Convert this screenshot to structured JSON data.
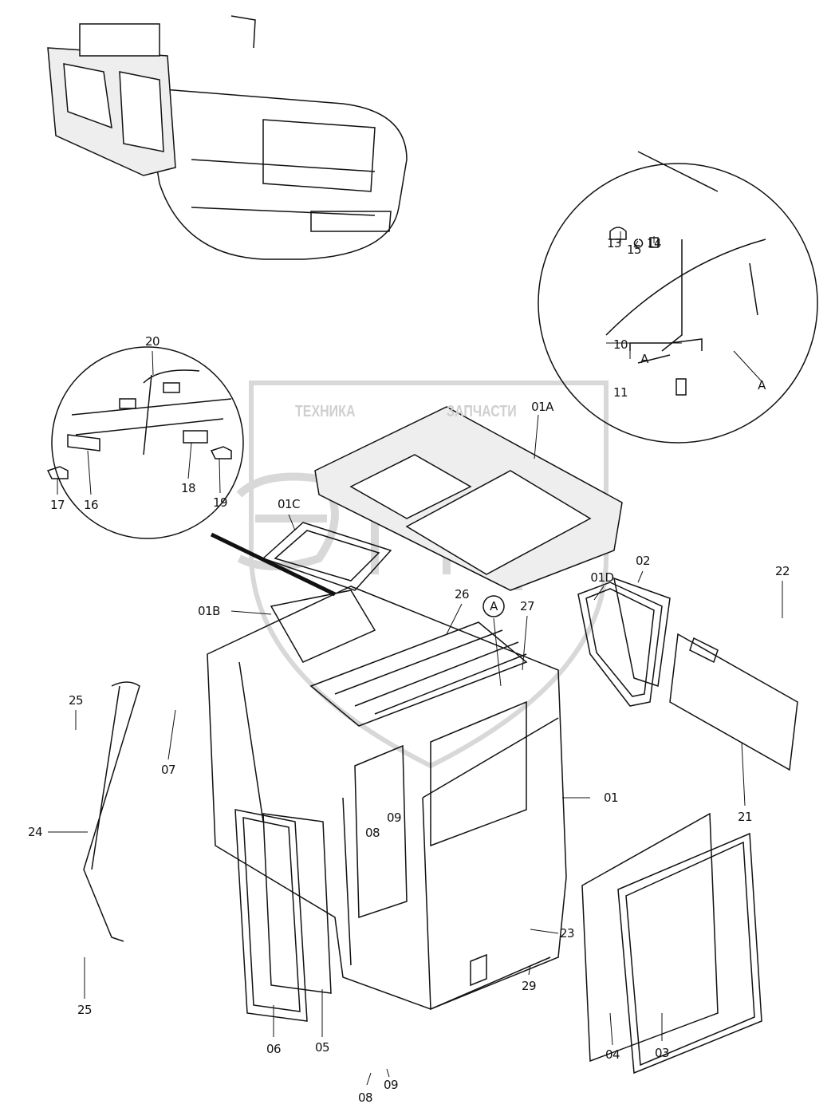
{
  "watermark": {
    "left_text": "ТЕХНИКА",
    "right_text": "ЗАПЧАСТИ",
    "logo_text": "ЭПФ"
  },
  "labels": {
    "p13": "13",
    "p15": "15",
    "p14": "14",
    "p10": "10",
    "detailA1": "A",
    "p11": "11",
    "detailA2": "A",
    "p20": "20",
    "p17": "17",
    "p16": "16",
    "p18": "18",
    "p19": "19",
    "p01A": "01A",
    "p01C": "01C",
    "p02": "02",
    "p01D": "01D",
    "p22": "22",
    "p26": "26",
    "p01B": "01B",
    "callA": "A",
    "p27": "27",
    "p25a": "25",
    "p07": "07",
    "p24": "24",
    "p08a": "08",
    "p09a": "09",
    "p01": "01",
    "p21": "21",
    "p23": "23",
    "p29": "29",
    "p25b": "25",
    "p06": "06",
    "p05": "05",
    "p04": "04",
    "p03": "03",
    "p08b": "08",
    "p09b": "09"
  }
}
